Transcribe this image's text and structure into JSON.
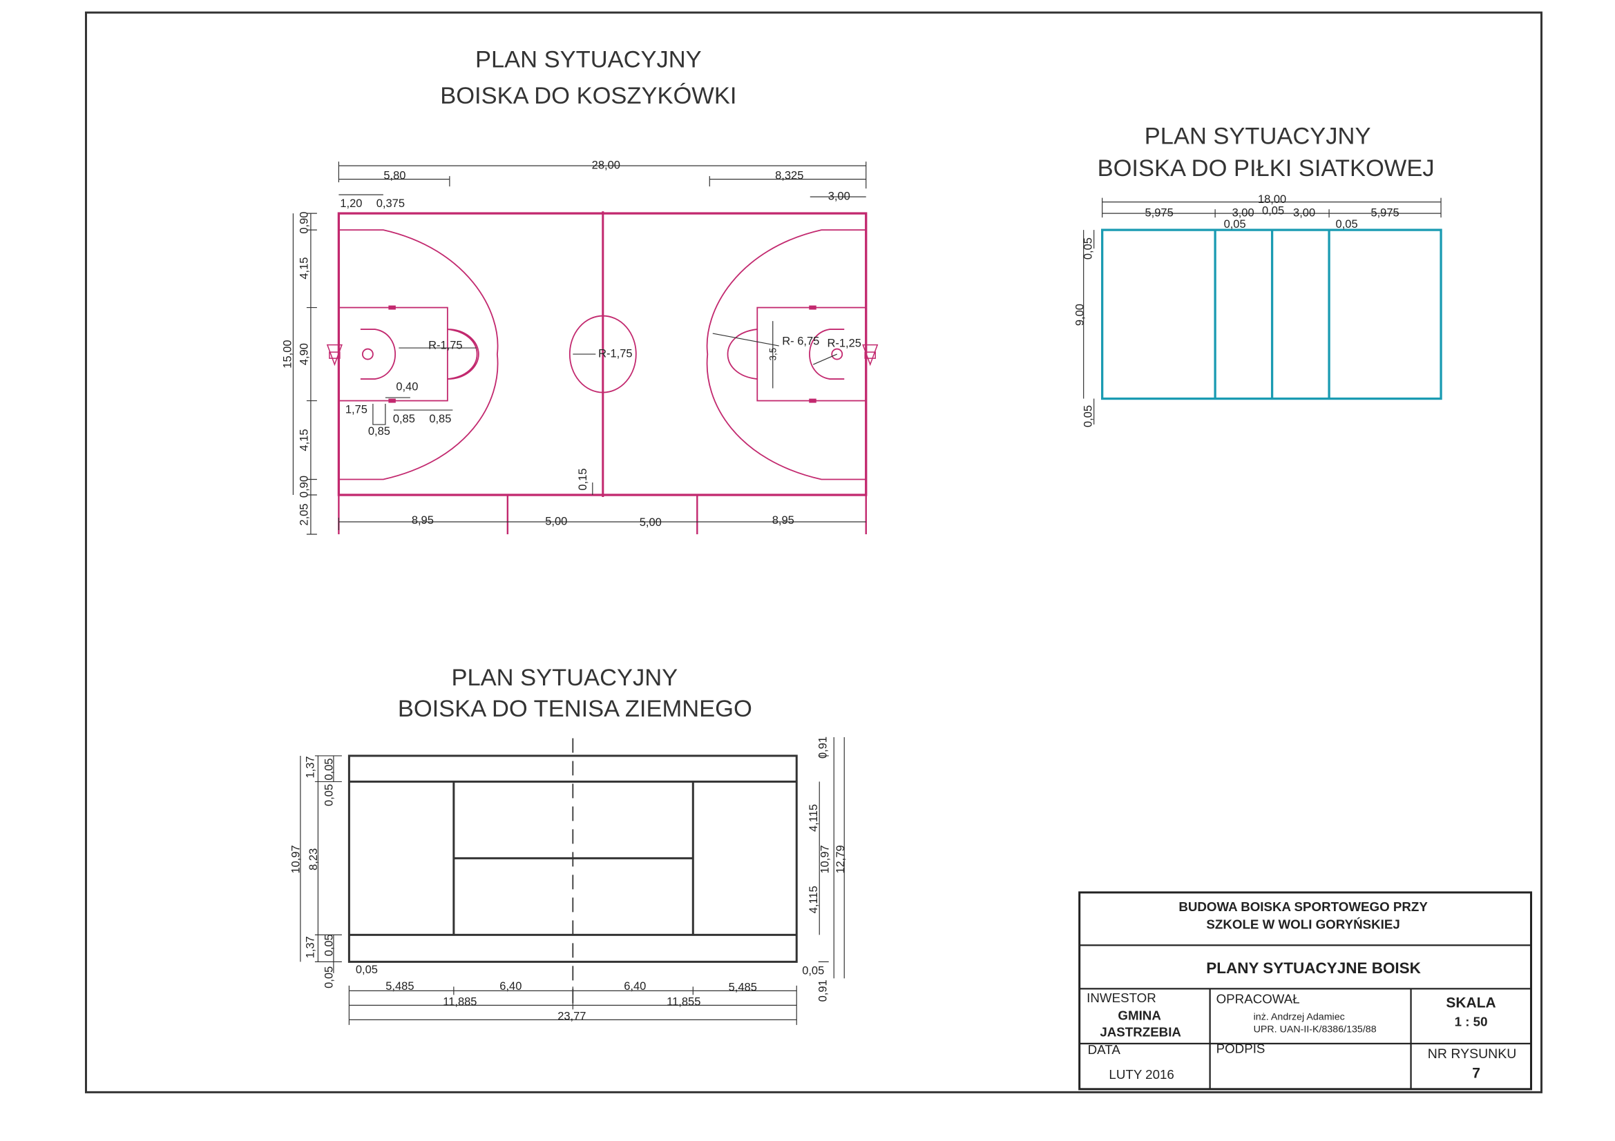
{
  "colors": {
    "basketball": "#c2286e",
    "volleyball": "#1a9bb2",
    "tennis": "#333333"
  },
  "basketball": {
    "title_1": "PLAN SYTUACYJNY",
    "title_2": "BOISKA DO KOSZYKÓWKI",
    "dims": [
      "28,00",
      "5,80",
      "8,325",
      "1,20",
      "0,375",
      "3,00",
      "0,90",
      "4,15",
      "4,90",
      "4,15",
      "0,90",
      "2,05",
      "15,00",
      "8,95",
      "5,00",
      "5,00",
      "8,95",
      "R-1,75",
      "R-1,75",
      "R- 6,75",
      "R-1,25",
      "3,5",
      "0,40",
      "1,75",
      "0,85",
      "0,85",
      "0,85",
      "0,15"
    ]
  },
  "volleyball": {
    "title_1": "PLAN SYTUACYJNY",
    "title_2": "BOISKA DO PIŁKI SIATKOWEJ",
    "dims": [
      "18,00",
      "5,975",
      "3,00",
      "0,05",
      "3,00",
      "5,975",
      "0,05",
      "0,05",
      "9,00",
      "0,05",
      "0,05"
    ]
  },
  "tennis": {
    "title_1": "PLAN SYTUACYJNY",
    "title_2": "BOISKA DO TENISA ZIEMNEGO",
    "dims": [
      "10,97",
      "8,23",
      "1,37",
      "0,05",
      "0,05",
      "1,37",
      "0,05",
      "0,05",
      "0,05",
      "5,485",
      "6,40",
      "6,40",
      "5,485",
      "11,885",
      "11,855",
      "23,77",
      "0,05",
      "0,91",
      "4,115",
      "4,115",
      "10,97",
      "12,79",
      "0,91"
    ]
  },
  "title_block": {
    "project_1": "BUDOWA BOISKA SPORTOWEGO PRZY",
    "project_2": "SZKOLE  W WOLI GORYŃSKIEJ",
    "drawing_title": "PLANY SYTUACYJNE BOISK",
    "investor_label": "INWESTOR",
    "investor_1": "GMINA",
    "investor_2": "JASTRZEBIA",
    "prepared_label": "OPRACOWAŁ",
    "author": "inż. Andrzej Adamiec",
    "license": "UPR. UAN-II-K/8386/135/88",
    "scale_label": "SKALA",
    "scale": "1 : 50",
    "date_label": "DATA",
    "date": "LUTY 2016",
    "signature_label": "PODPIS",
    "drawing_no_label": "NR RYSUNKU",
    "drawing_no": "7"
  }
}
